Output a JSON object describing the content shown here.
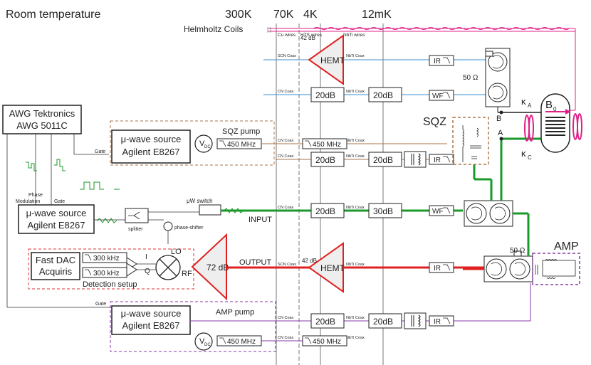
{
  "header": {
    "room_temperature": "Room temperature",
    "t300k": "300K",
    "t70k": "70K",
    "t4k": "4K",
    "t12mk": "12mK",
    "helmholtz": "Helmholtz Coils"
  },
  "wire_labels": {
    "cu": "Cu wires",
    "hts": "HTS wires",
    "nbti": "NbTi wires",
    "scn_coax": "SCN Coax",
    "cn_coax": "CN Coax",
    "nbti_coax": "NbTi Coax"
  },
  "awg": {
    "line1": "AWG Tektronics",
    "line2": "AWG 5011C"
  },
  "sqz_source": {
    "line1": "μ-wave source",
    "line2": "Agilent E8267",
    "caption": "SQZ pump"
  },
  "input_source": {
    "line1": "μ-wave source",
    "line2": "Agilent E8267"
  },
  "amp_source": {
    "line1": "μ-wave source",
    "line2": "Agilent E8267",
    "caption": "AMP pump"
  },
  "detection": {
    "line1": "Fast DAC",
    "line2": "Acquiris",
    "caption": "Detection setup",
    "filter": "300 kHz",
    "i": "I",
    "q": "Q",
    "lo": "LO",
    "rf": "RF"
  },
  "labels": {
    "gate": "Gate",
    "phase_modulation_1": "Phase",
    "phase_modulation_2": "Modulation",
    "splitter": "splitter",
    "phase_shifter": "phase-shifter",
    "uw_switch": "μW switch",
    "input": "INPUT",
    "output": "OUTPUT",
    "vdc": "V",
    "vdc_sub": "DC",
    "hemt": "HEMT",
    "hemt_gain": "42 dB",
    "amp_72": "72 dB",
    "att20": "20dB",
    "att30": "30dB",
    "lp450": "450 MHz",
    "ir": "IR",
    "wf": "WF",
    "ohm50": "50 Ω",
    "sqz": "SQZ",
    "amp": "AMP",
    "kappa_a": "κ",
    "kappa_a_sub": "A",
    "kappa_c": "κ",
    "kappa_c_sub": "C",
    "node_a": "A",
    "node_b": "B",
    "b0": "B",
    "b0_sub": "0"
  },
  "colors": {
    "blue_line": "#3a8fd0",
    "green_line": "#1a9a2a",
    "red_line": "#e02020",
    "brown": "#a8764a",
    "purple": "#8a3aa8",
    "magenta": "#e0208a",
    "red_dashed": "#e03030"
  }
}
